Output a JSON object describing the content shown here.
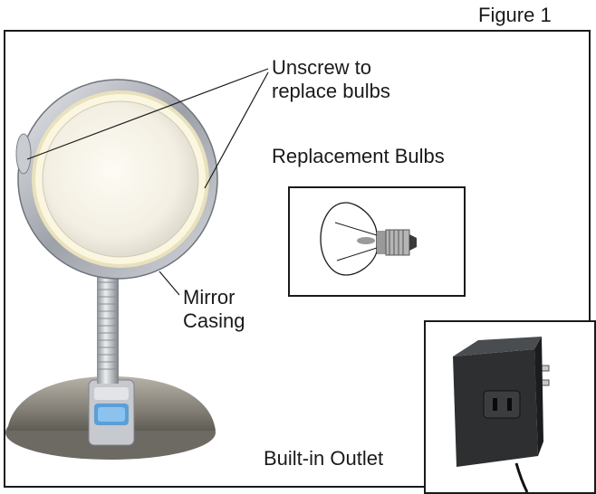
{
  "figure_label": "Figure 1",
  "callouts": {
    "unscrew": [
      "Unscrew to",
      "replace bulbs"
    ],
    "replacement_bulbs": "Replacement Bulbs",
    "mirror_casing": [
      "Mirror",
      "Casing"
    ],
    "built_in_outlet": "Built-in Outlet"
  },
  "icons": [
    "lighted-mirror-icon",
    "light-bulb-icon",
    "power-adapter-icon"
  ],
  "colors": {
    "line": "#1a1a1a",
    "chrome": "#b9bcc2",
    "base": "#8e8a82",
    "display": "#5b9fd6",
    "adapter": "#2d2f31"
  }
}
